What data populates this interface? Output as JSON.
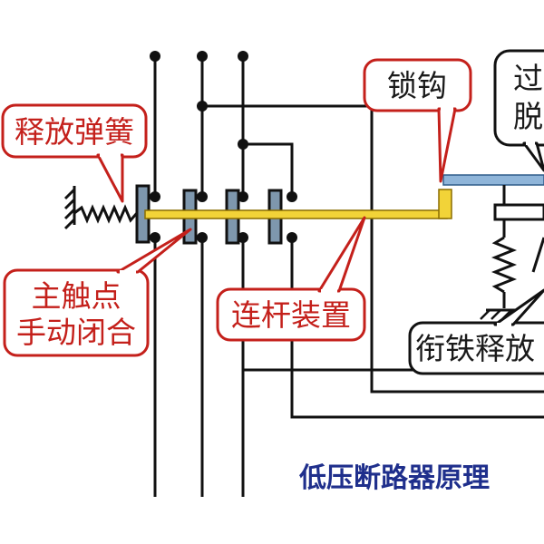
{
  "labels": {
    "release_spring": "释放弹簧",
    "lock_hook": "锁钩",
    "main_contacts_line1": "主触点",
    "main_contacts_line2": "手动闭合",
    "linkage": "连杆装置",
    "armature_release": "衔铁释放",
    "over_current_line1": "过",
    "over_current_line2": "脱"
  },
  "caption": "低压断路器原理",
  "colors": {
    "label_text": "#c4201b",
    "label_border": "#c4201b",
    "caption": "#1f2f8c",
    "linkage_bar": "#f2d338",
    "lock_bar": "#8fb5d9",
    "contact_blade": "#7e97ad"
  }
}
